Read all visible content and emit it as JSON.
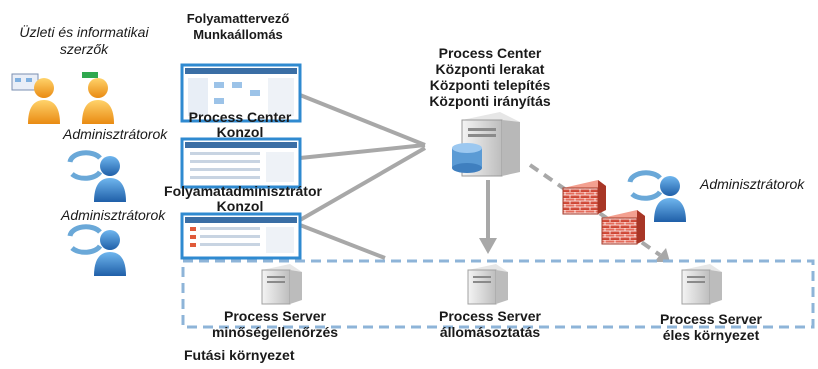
{
  "title_users": "Üzleti és informatikai szerzők",
  "designer_title": "Folyamattervező",
  "designer_sub": "Munkaállomás",
  "pc_console_line1": "Process Center",
  "pc_console_line2": "Konzol",
  "admin_console_line1": "Folyamatadminisztrátor",
  "admin_console_line2": "Konzol",
  "admins_label": "Adminisztrátorok",
  "center": {
    "line1": "Process Center",
    "line2": "Központi lerakat",
    "line3": "Központi telepítés",
    "line4": "Központi irányítás"
  },
  "servers": [
    {
      "name": "Process Server",
      "env": "minőségellenőrzés"
    },
    {
      "name": "Process Server",
      "env": "állomásoztatás"
    },
    {
      "name": "Process Server",
      "env": "éles környezet"
    }
  ],
  "runtime_label": "Futási környezet",
  "colors": {
    "line_gray": "#a8a8a8",
    "dash_blue": "#8eb4d8",
    "user_orange": "#f5a623",
    "admin_blue": "#2f7fc6"
  }
}
